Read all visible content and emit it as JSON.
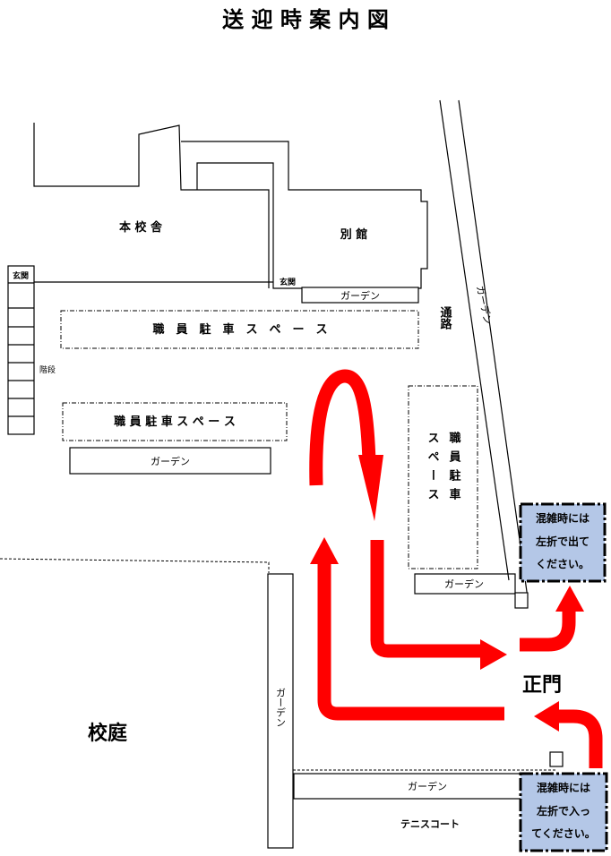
{
  "title": "送 迎 時 案 内 図",
  "buildings": {
    "main": "本 校 舎",
    "annex": "別 館",
    "entrance_main": "玄関",
    "entrance_annex": "玄関",
    "stairs": "階段"
  },
  "parking": {
    "upper": "職　員　駐　車　ス　ペ　ー　ス",
    "lower": "職 員 駐 車 ス ペ ー ス",
    "vertical_col1": "職員駐車",
    "vertical_col2": "スペース"
  },
  "gardens": {
    "annex": "ガーデン",
    "lower_left": "ガーデン",
    "parking_bottom": "ガーデン",
    "road": "ガーデン",
    "courtyard_side": "ガーデン",
    "tennis": "ガーデン"
  },
  "passage": "通路",
  "courtyard": "校庭",
  "main_gate": "正門",
  "tennis_court": "テニスコート",
  "notes": {
    "exit": [
      "混雑時には",
      "左折で出て",
      "ください。"
    ],
    "enter": [
      "混雑時には",
      "左折で入っ",
      "てください。"
    ]
  },
  "colors": {
    "arrow": "#ff0000",
    "note_bg": "#b4c7e7"
  }
}
